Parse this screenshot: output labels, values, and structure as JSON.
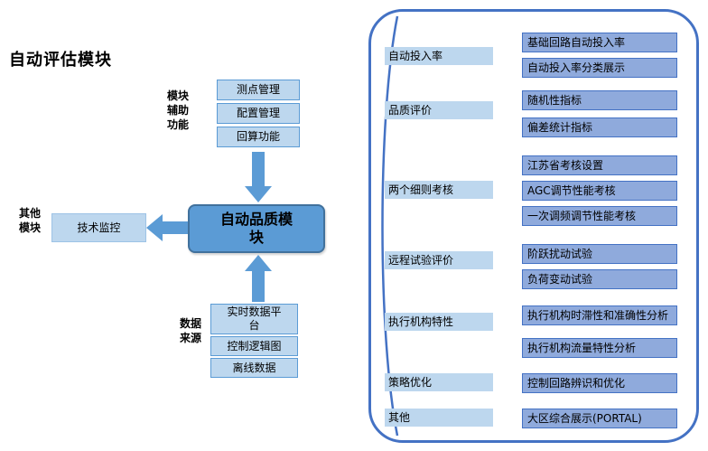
{
  "title": "自动评估模块",
  "colors": {
    "light_blue": "#bdd7ee",
    "mid_blue": "#8faadc",
    "accent_blue": "#5b9bd5",
    "dark_border": "#41719c",
    "panel_border": "#4472c4"
  },
  "aux": {
    "label": "模块辅助功能",
    "items": [
      "测点管理",
      "配置管理",
      "回算功能"
    ]
  },
  "other_module": {
    "label": "其他模块",
    "box": "技术监控"
  },
  "center": {
    "label": "自动品质模块"
  },
  "sources": {
    "label": "数据来源",
    "items": [
      "实时数据平台",
      "控制逻辑图",
      "离线数据"
    ]
  },
  "panel": {
    "groups": [
      {
        "category": "自动投入率",
        "items": [
          "基础回路自动投入率",
          "自动投入率分类展示"
        ]
      },
      {
        "category": "品质评价",
        "items": [
          "随机性指标",
          "偏差统计指标"
        ]
      },
      {
        "category": "两个细则考核",
        "items": [
          "江苏省考核设置",
          "AGC调节性能考核",
          "一次调频调节性能考核"
        ]
      },
      {
        "category": "远程试验评价",
        "items": [
          "阶跃扰动试验",
          "负荷变动试验"
        ]
      },
      {
        "category": "执行机构特性",
        "items": [
          "执行机构时滞性和准确性分析",
          "执行机构流量特性分析"
        ]
      },
      {
        "category": "策略优化",
        "items": [
          "控制回路辨识和优化"
        ]
      },
      {
        "category": "其他",
        "items": [
          "大区综合展示(PORTAL)"
        ]
      }
    ]
  }
}
